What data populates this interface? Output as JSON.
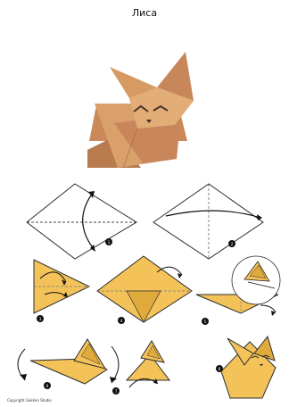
{
  "title": "Лиса",
  "steps": [
    "1",
    "2",
    "3",
    "4",
    "5",
    "6",
    "7",
    "8"
  ],
  "credit": "Copyright Gakken Studio",
  "colors": {
    "paper_front": "#d39b63",
    "paper_shadow": "#b7784b",
    "diagram_paper": "#f3c35a",
    "diagram_shadow": "#e1aa3d",
    "line": "#2d2d2d"
  }
}
